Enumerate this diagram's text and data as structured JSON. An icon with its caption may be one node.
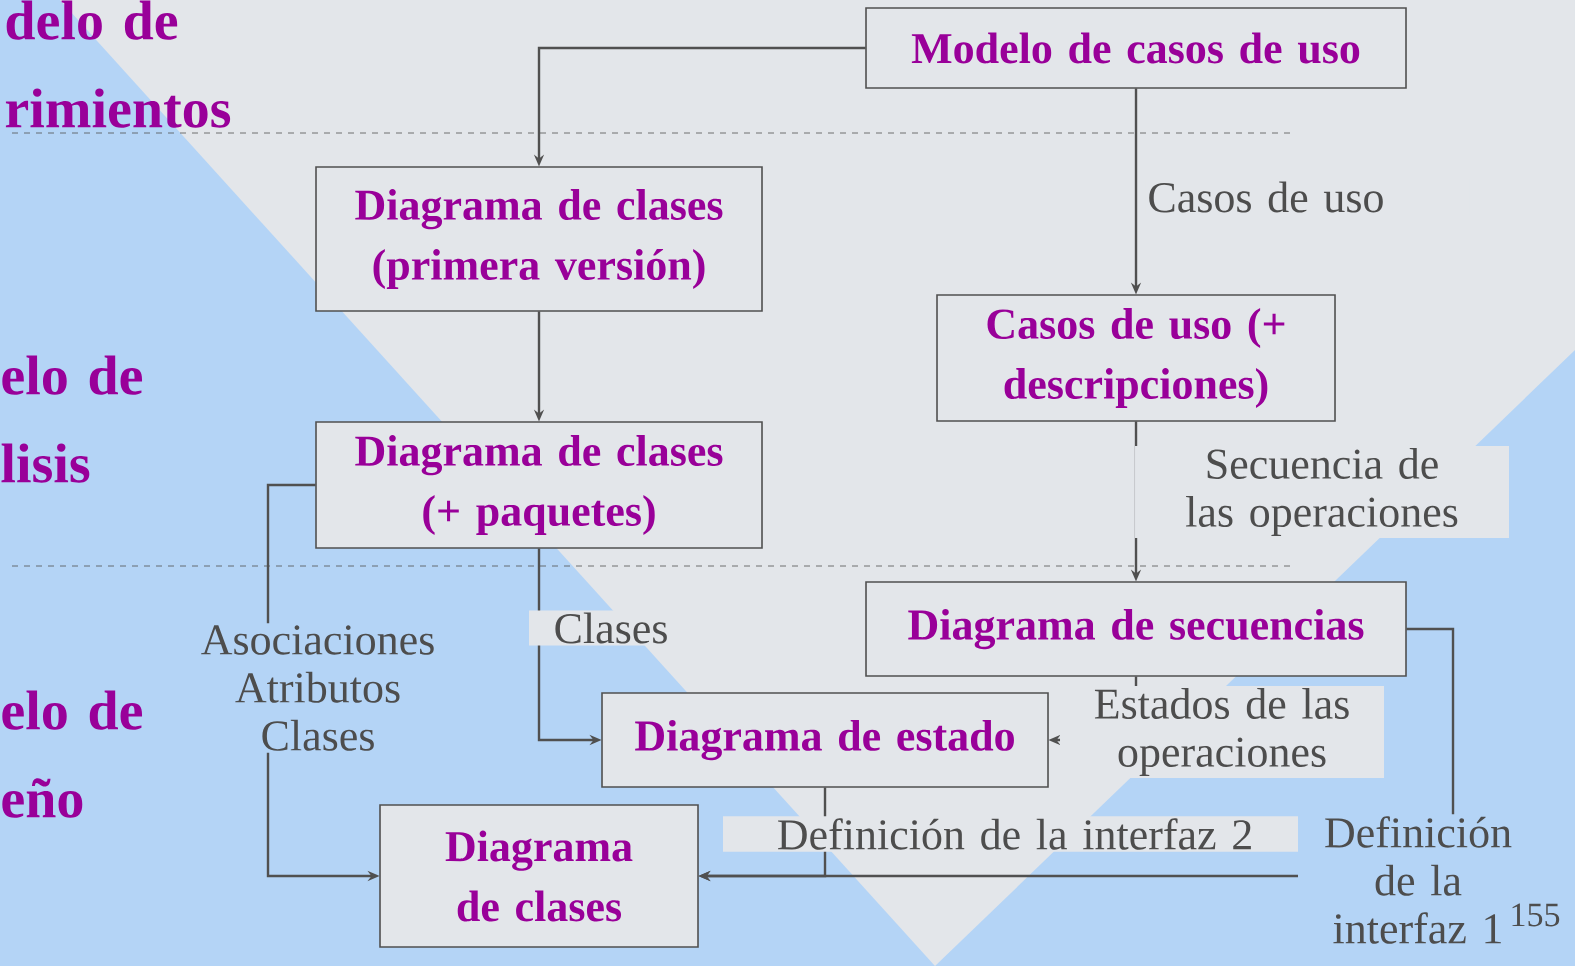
{
  "diagram": {
    "nodes": [
      {
        "text": [
          "Modelo de casos de uso"
        ]
      },
      {
        "text": [
          "Diagrama de clases (primera versión)"
        ]
      },
      {
        "text": [
          "Casos de uso (+ descripciones)"
        ]
      },
      {
        "text": [
          "Diagrama de clases (+ paquetes)"
        ]
      },
      {
        "text": [
          "Diagrama de secuencias"
        ]
      },
      {
        "text": [
          "Diagrama de estado"
        ]
      },
      {
        "text": [
          "Diagrama de clases"
        ]
      }
    ],
    "edges": [
      {
        "from": 0,
        "to": 1,
        "arrow": "to"
      },
      {
        "from": 0,
        "to": 2,
        "arrow": "to",
        "label": "Casos de uso"
      },
      {
        "from": 1,
        "to": 3,
        "arrow": "to"
      },
      {
        "from": 2,
        "to": 4,
        "arrow": "to",
        "label": "Secuencia de las operaciones"
      },
      {
        "from": 3,
        "to": 5,
        "arrow": "to",
        "label": "Clases"
      },
      {
        "from": 4,
        "to": 5,
        "arrow": "to",
        "label": "Estados de las operaciones"
      },
      {
        "from": 3,
        "to": 6,
        "arrow": "to",
        "label": "Asociaciones Atributos Clases"
      },
      {
        "from": 5,
        "to": 6,
        "arrow": "to",
        "label": "Definición de la interfaz 2"
      },
      {
        "from": 4,
        "to": 6,
        "arrow": "to",
        "label": "Definición de la interfaz 1"
      }
    ],
    "labels": [
      "delo de rimientos",
      "elo de lisis",
      "elo de eño",
      "155"
    ]
  }
}
